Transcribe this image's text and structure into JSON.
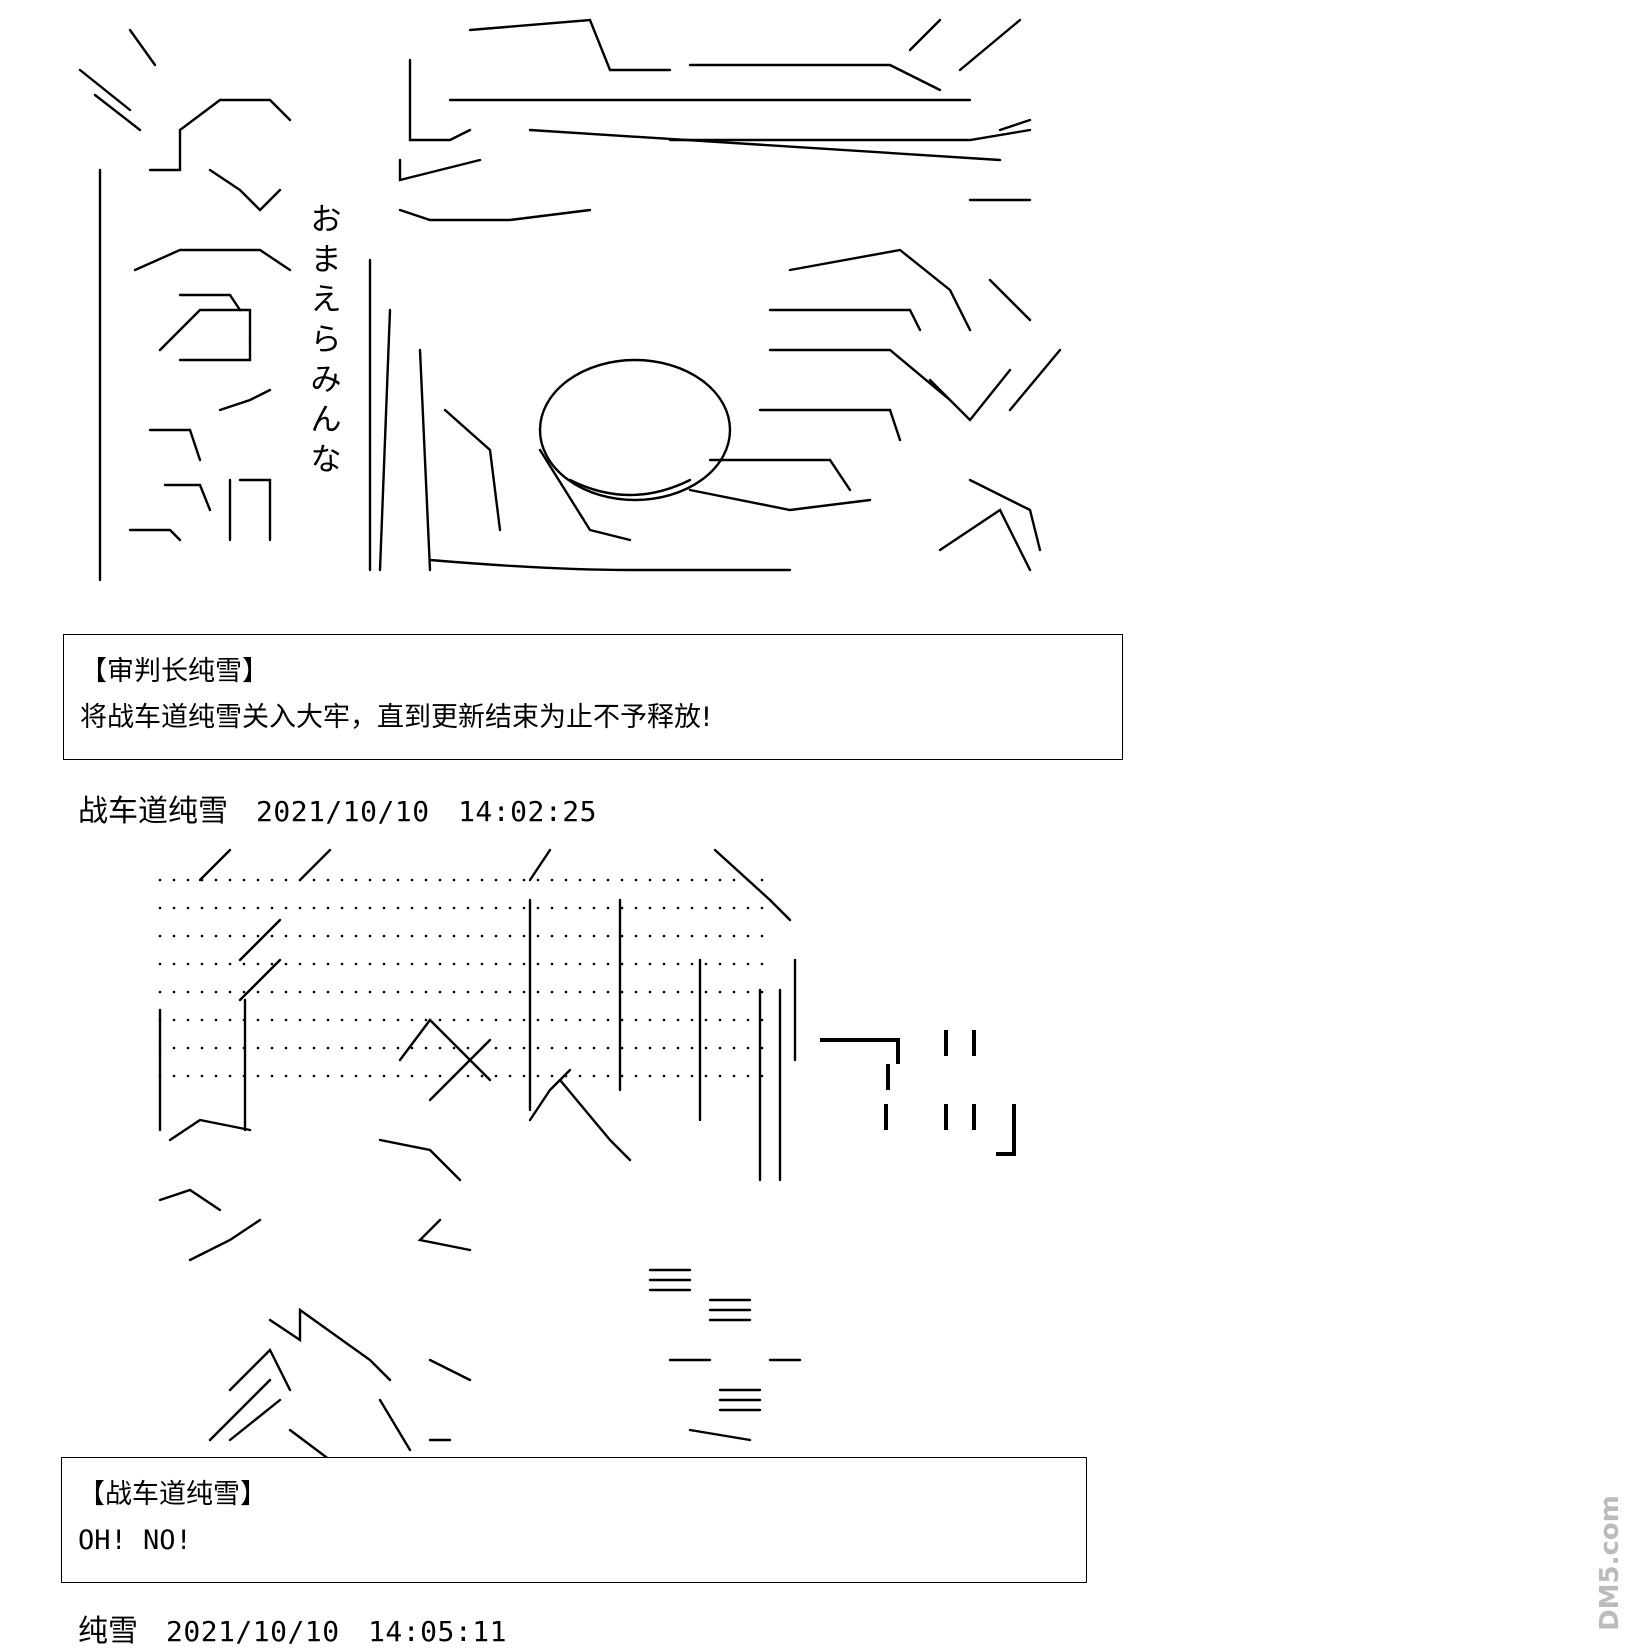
{
  "top_art": {
    "vertical_text": [
      "お",
      "ま",
      "え",
      "ら",
      "み",
      "ん",
      "な"
    ]
  },
  "post1": {
    "speaker": "【审判长纯雪】",
    "line": "将战车道纯雪关入大牢，直到更新结束为止不予释放!"
  },
  "post1_meta": {
    "author": "战车道纯雪",
    "timestamp": "2021/10/10　14:02:25"
  },
  "post2": {
    "speaker": "【战车道纯雪】",
    "line": "OH! NO!"
  },
  "post2_meta": {
    "author": "纯雪",
    "timestamp": "2021/10/10　14:05:11"
  },
  "watermark": {
    "text": "DM5.com"
  }
}
